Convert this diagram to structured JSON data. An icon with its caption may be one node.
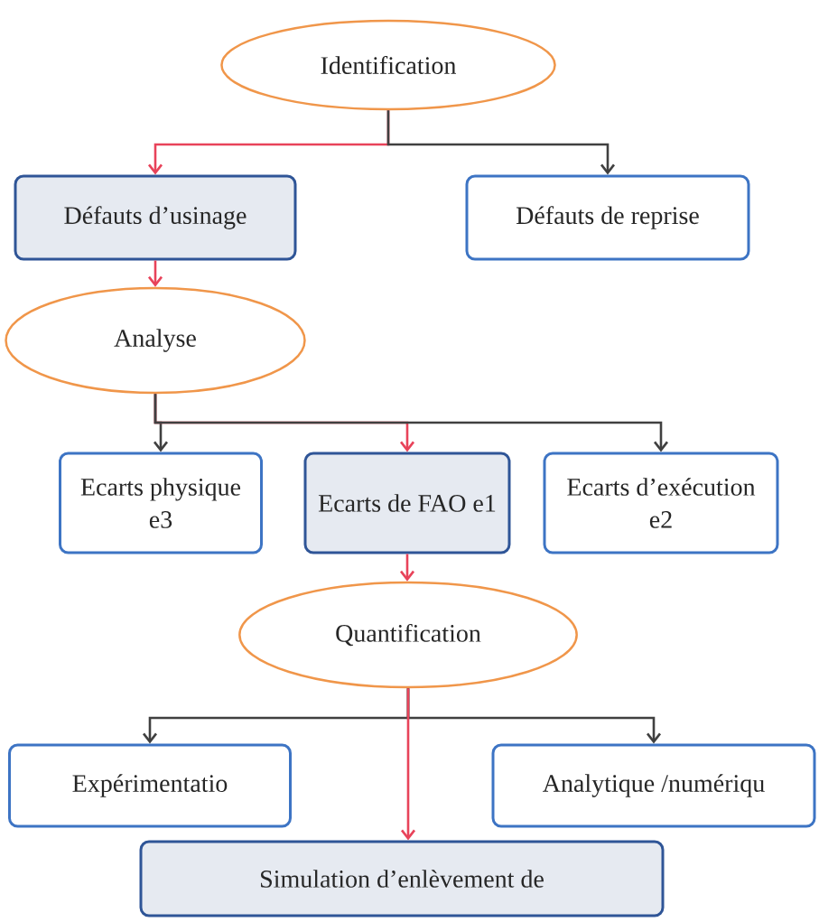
{
  "diagram": {
    "nodes": [
      {
        "text": [
          "Identification"
        ]
      },
      {
        "text": [
          "Défauts d’usinage"
        ]
      },
      {
        "text": [
          "Défauts de reprise"
        ]
      },
      {
        "text": [
          "Analyse"
        ]
      },
      {
        "text": [
          "Ecarts physique e3"
        ]
      },
      {
        "text": [
          "Ecarts de FAO e1"
        ]
      },
      {
        "text": [
          "Ecarts d’exécution e2"
        ]
      },
      {
        "text": [
          "Quantification"
        ]
      },
      {
        "text": [
          "Expérimentatio"
        ]
      },
      {
        "text": [
          "Analytique /numériqu"
        ]
      },
      {
        "text": [
          "Simulation d’enlèvement de"
        ]
      }
    ],
    "edges": [
      {
        "from": 0,
        "to": 1,
        "arrow": "to",
        "color": "#e8435a"
      },
      {
        "from": 0,
        "to": 2,
        "arrow": "to",
        "color": "#404040"
      },
      {
        "from": 1,
        "to": 3,
        "arrow": "to",
        "color": "#e8435a"
      },
      {
        "from": 3,
        "to": 4,
        "arrow": "to",
        "color": "#404040"
      },
      {
        "from": 3,
        "to": 5,
        "arrow": "to",
        "color": "#e8435a"
      },
      {
        "from": 3,
        "to": 6,
        "arrow": "to",
        "color": "#404040"
      },
      {
        "from": 5,
        "to": 7,
        "arrow": "to",
        "color": "#e8435a"
      },
      {
        "from": 7,
        "to": 8,
        "arrow": "to",
        "color": "#404040"
      },
      {
        "from": 7,
        "to": 9,
        "arrow": "to",
        "color": "#404040"
      },
      {
        "from": 7,
        "to": 10,
        "arrow": "to",
        "color": "#e8435a"
      }
    ]
  }
}
